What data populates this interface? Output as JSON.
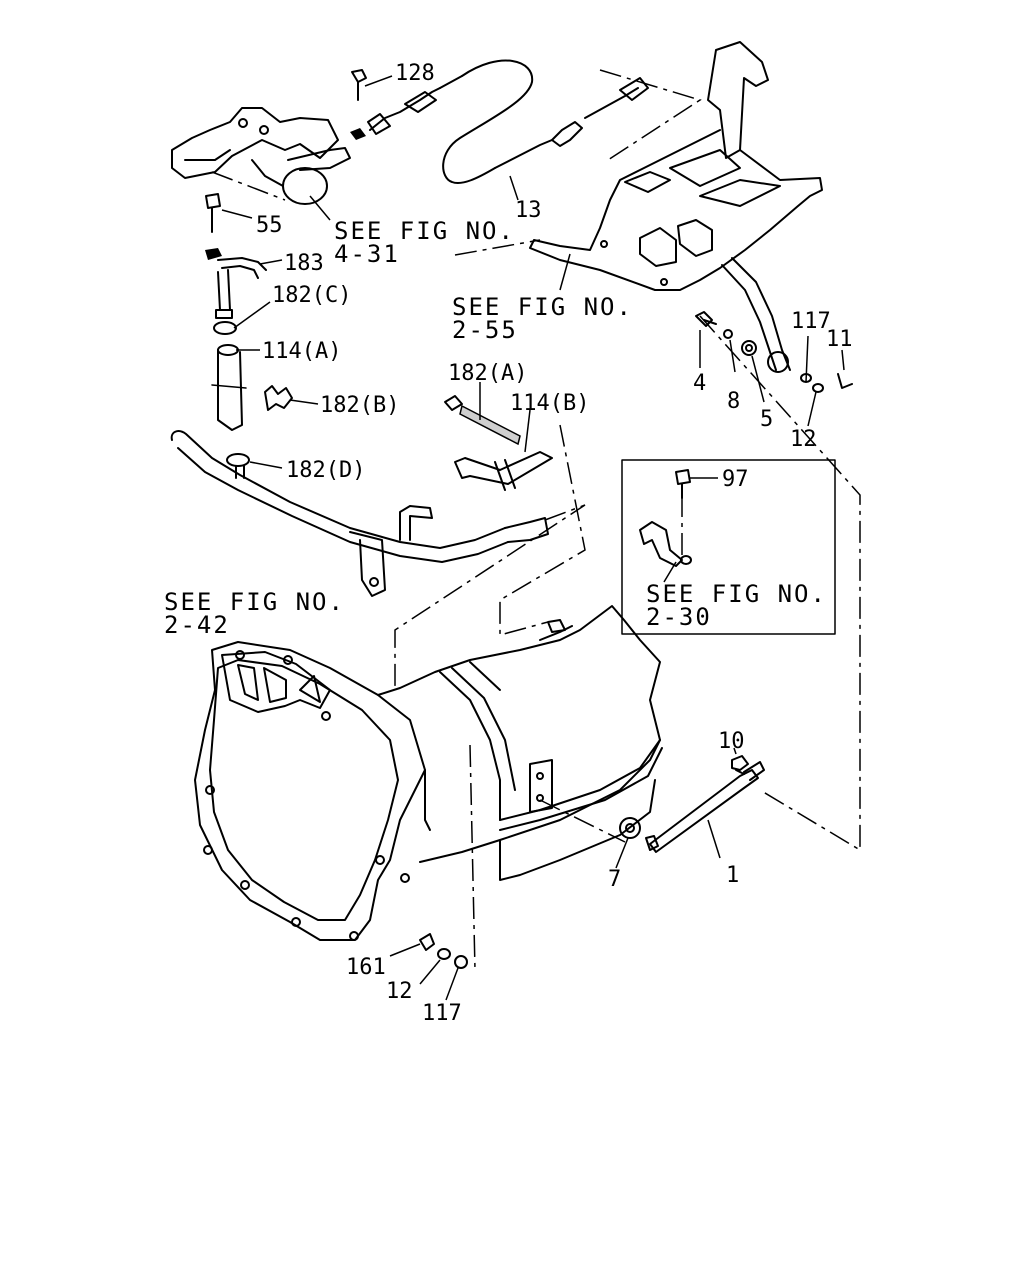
{
  "references": [
    {
      "line1": "SEE FIG NO.",
      "line2": "4-31"
    },
    {
      "line1": "SEE FIG NO.",
      "line2": "2-55"
    },
    {
      "line1": "SEE FIG NO.",
      "line2": "2-30"
    },
    {
      "line1": "SEE FIG NO.",
      "line2": "2-42"
    }
  ],
  "callouts": [
    "128",
    "55",
    "183",
    "182(C)",
    "114(A)",
    "182(B)",
    "182(D)",
    "13",
    "182(A)",
    "114(B)",
    "4",
    "8",
    "5",
    "117",
    "11",
    "12",
    "97",
    "10",
    "7",
    "1",
    "161",
    "12",
    "117"
  ]
}
